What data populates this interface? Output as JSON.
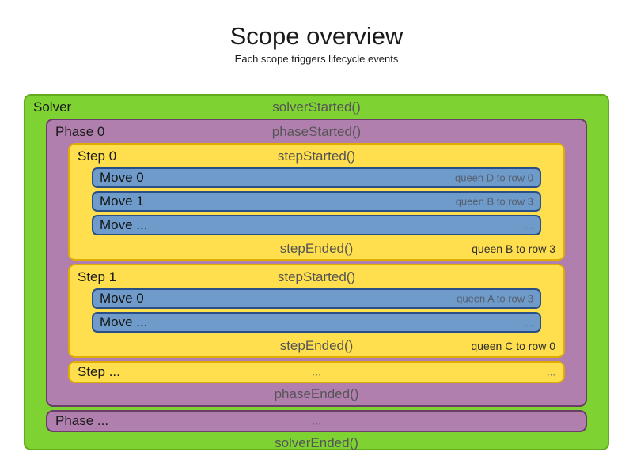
{
  "title": "Scope overview",
  "subtitle": "Each scope triggers lifecycle events",
  "colors": {
    "solver_green": "#7ed333",
    "solver_border": "#63ab1e",
    "phase_purple": "#b07fae",
    "phase_border": "#6a3d6a",
    "step_yellow": "#ffdf4d",
    "step_border": "#e0ac00",
    "move_blue": "#6f9bcb",
    "move_border": "#2a4e86",
    "event_text_gray": "#555555"
  },
  "solver": {
    "label": "Solver",
    "started": "solverStarted()",
    "ended": "solverEnded()"
  },
  "phase0": {
    "label": "Phase 0",
    "started": "phaseStarted()",
    "ended": "phaseEnded()"
  },
  "phase_more": {
    "label": "Phase ...",
    "center": "..."
  },
  "steps": [
    {
      "label": "Step 0",
      "started": "stepStarted()",
      "ended": "stepEnded()",
      "ended_detail": "queen B to row 3",
      "moves": [
        {
          "label": "Move 0",
          "detail": "queen D to row 0"
        },
        {
          "label": "Move 1",
          "detail": "queen B to row 3"
        },
        {
          "label": "Move ...",
          "detail": "..."
        }
      ]
    },
    {
      "label": "Step 1",
      "started": "stepStarted()",
      "ended": "stepEnded()",
      "ended_detail": "queen C to row 0",
      "moves": [
        {
          "label": "Move 0",
          "detail": "queen A to row 3"
        },
        {
          "label": "Move ...",
          "detail": "..."
        }
      ]
    }
  ],
  "step_more": {
    "label": "Step ...",
    "center": "...",
    "right": "..."
  }
}
